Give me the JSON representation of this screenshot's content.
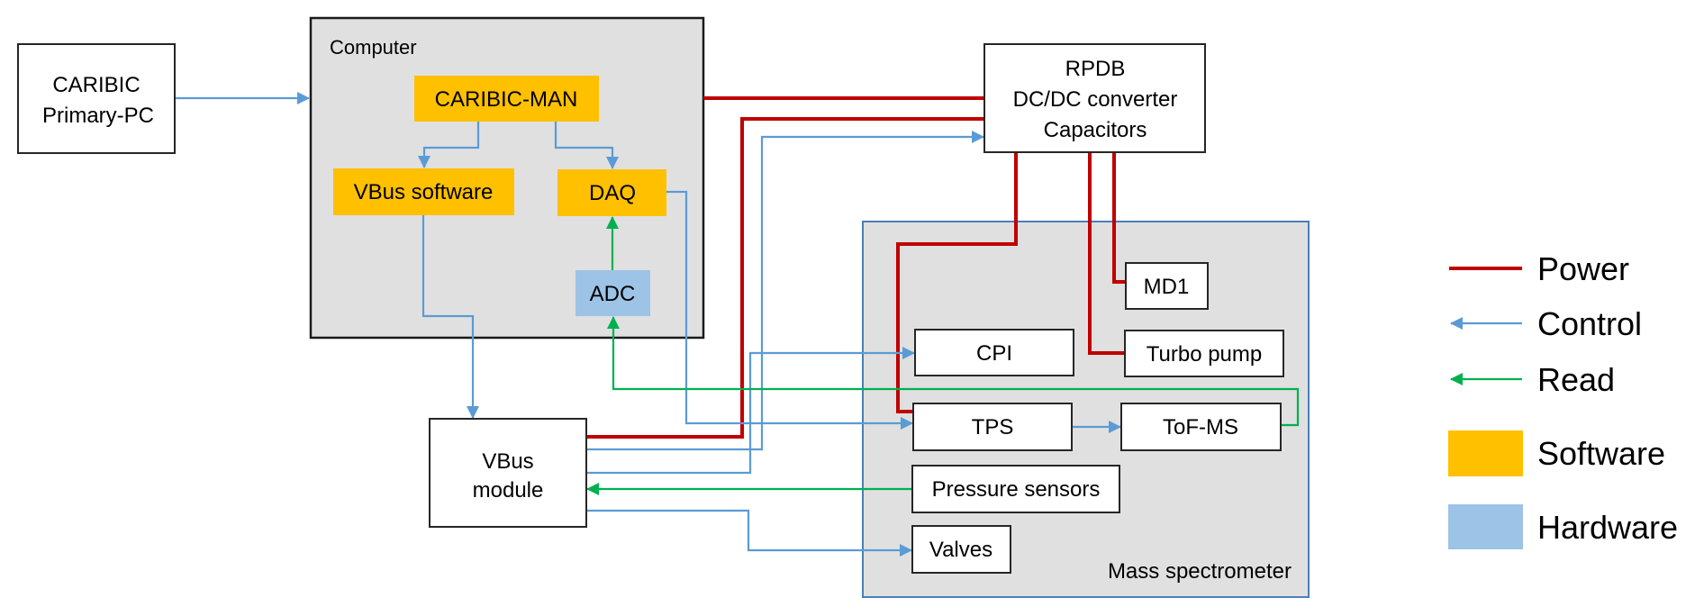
{
  "colors": {
    "power": "#c00000",
    "control": "#5b9bd5",
    "read": "#00b050",
    "software": "#ffc000",
    "hardware": "#9dc3e6",
    "group_fill": "#e0e0e0"
  },
  "nodes": {
    "caribic_pc": {
      "lines": [
        "CARIBIC",
        "Primary-PC"
      ]
    },
    "computer": {
      "label": "Computer"
    },
    "caribic_man": {
      "label": "CARIBIC-MAN"
    },
    "vbus_software": {
      "label": "VBus software"
    },
    "daq": {
      "label": "DAQ"
    },
    "adc": {
      "label": "ADC"
    },
    "rpdb": {
      "lines": [
        "RPDB",
        "DC/DC converter",
        "Capacitors"
      ]
    },
    "vbus_module": {
      "lines": [
        "VBus",
        "module"
      ]
    },
    "mass_spectrometer": {
      "label": "Mass spectrometer"
    },
    "md1": {
      "label": "MD1"
    },
    "cpi": {
      "label": "CPI"
    },
    "turbo_pump": {
      "label": "Turbo pump"
    },
    "tps": {
      "label": "TPS"
    },
    "tof_ms": {
      "label": "ToF-MS"
    },
    "pressure_sensors": {
      "label": "Pressure sensors"
    },
    "valves": {
      "label": "Valves"
    }
  },
  "connections": [
    {
      "type": "control",
      "from": "CARIBIC Primary-PC",
      "to": "Computer"
    },
    {
      "type": "control",
      "from": "CARIBIC-MAN",
      "to": "VBus software"
    },
    {
      "type": "control",
      "from": "CARIBIC-MAN",
      "to": "DAQ"
    },
    {
      "type": "read",
      "from": "ADC",
      "to": "DAQ"
    },
    {
      "type": "control",
      "from": "VBus software",
      "to": "VBus module"
    },
    {
      "type": "control",
      "from": "DAQ",
      "to": "TPS"
    },
    {
      "type": "power",
      "from": "RPDB",
      "to": "Computer"
    },
    {
      "type": "power",
      "from": "RPDB",
      "to": "VBus module"
    },
    {
      "type": "control",
      "from": "VBus module",
      "to": "RPDB"
    },
    {
      "type": "control",
      "from": "VBus module",
      "to": "CPI"
    },
    {
      "type": "read",
      "from": "Pressure sensors",
      "to": "VBus module"
    },
    {
      "type": "control",
      "from": "VBus module",
      "to": "Valves"
    },
    {
      "type": "power",
      "from": "RPDB",
      "to": "TPS"
    },
    {
      "type": "power",
      "from": "RPDB",
      "to": "Turbo pump"
    },
    {
      "type": "power",
      "from": "RPDB",
      "to": "MD1"
    },
    {
      "type": "control",
      "from": "TPS",
      "to": "ToF-MS"
    },
    {
      "type": "read",
      "from": "ToF-MS",
      "to": "ADC"
    }
  ],
  "legend": {
    "items": [
      {
        "kind": "line",
        "type": "power",
        "label": "Power"
      },
      {
        "kind": "arrow",
        "type": "control",
        "label": "Control"
      },
      {
        "kind": "arrow",
        "type": "read",
        "label": "Read"
      },
      {
        "kind": "swatch",
        "type": "software",
        "label": "Software"
      },
      {
        "kind": "swatch",
        "type": "hardware",
        "label": "Hardware"
      }
    ]
  }
}
